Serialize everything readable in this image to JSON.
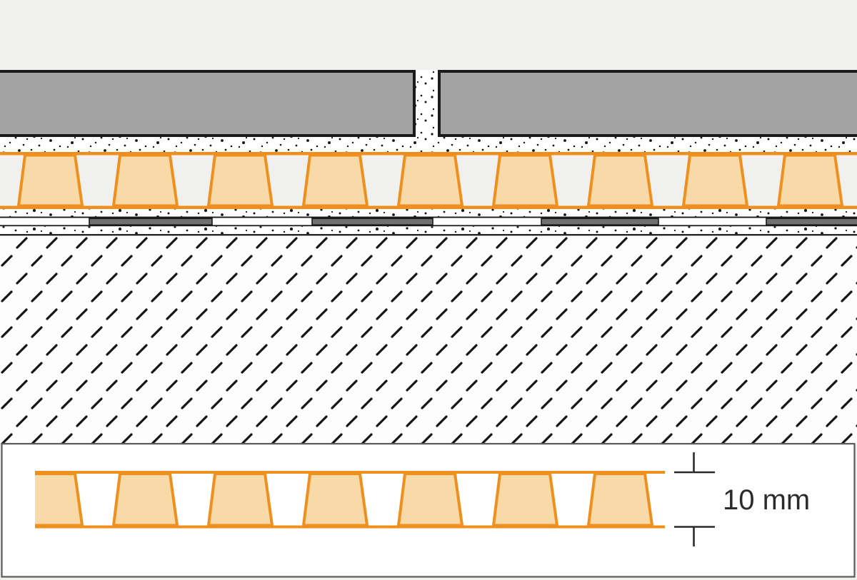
{
  "figure": {
    "kind": "construction-cross-section",
    "dimension_label": "10 mm",
    "membrane_stud_count_main": 9,
    "membrane_stud_count_detail": 7,
    "fleece_bar_count": 4
  },
  "colors": {
    "page-bg": "#f0f0ee",
    "tile-fill": "#a3a3a3",
    "outline-black": "#1a1a1a",
    "membrane-orange": "#ef8f1e",
    "stud-fill": "#f8daa8",
    "fleece-bar": "#707070",
    "screed-bg": "#fdfdfd",
    "box-bg": "#ffffff",
    "box-border": "#5a5a5a",
    "dim-color": "#2b2b2b"
  }
}
